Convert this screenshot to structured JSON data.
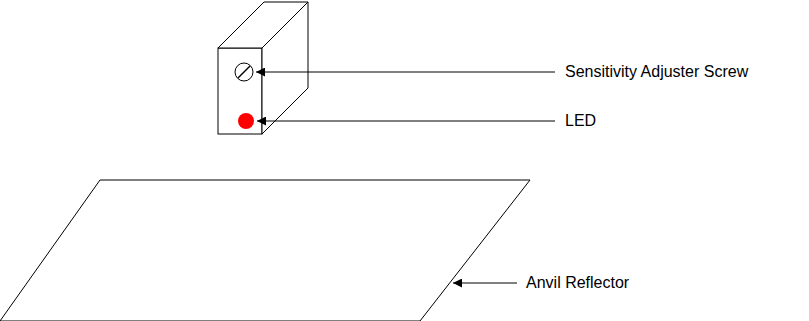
{
  "diagram": {
    "labels": [
      "Sensitivity Adjuster Screw",
      "LED",
      "Anvil Reflector"
    ]
  }
}
